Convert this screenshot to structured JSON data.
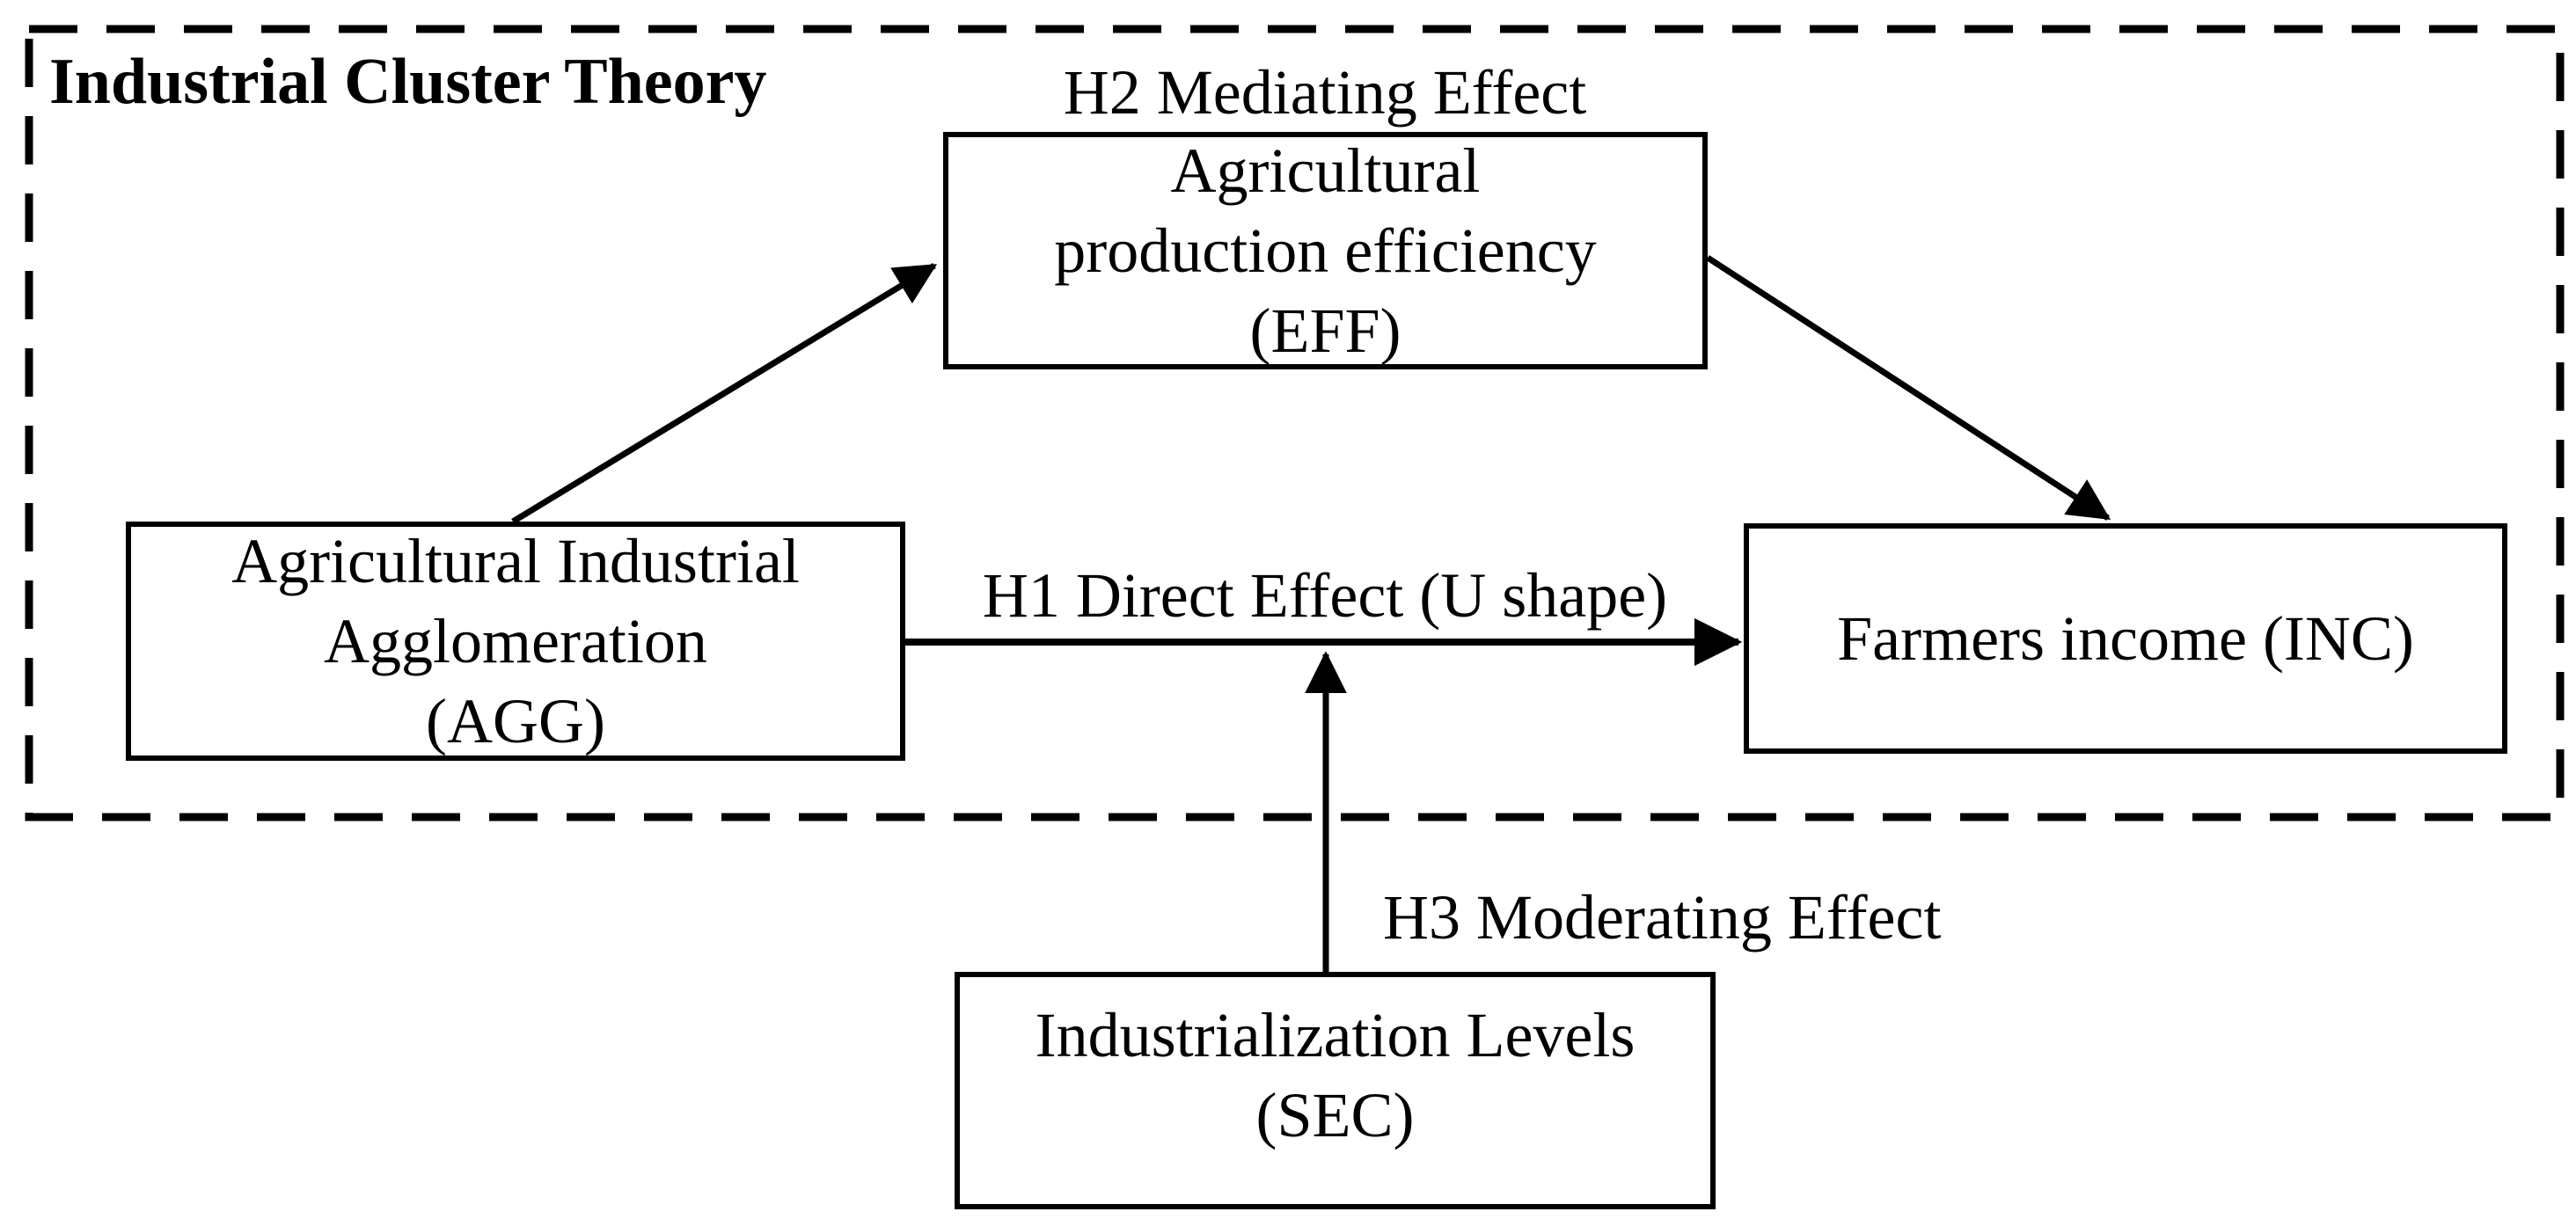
{
  "canvas": {
    "background": "#ffffff",
    "ink": "#000000"
  },
  "frame": {
    "label": "Industrial Cluster Theory",
    "border_style": "dashed"
  },
  "labels": {
    "h2": "H2 Mediating Effect",
    "h1": "H1 Direct Effect (U shape)",
    "h3": "H3 Moderating Effect"
  },
  "nodes": {
    "eff": {
      "text": "Agricultural\nproduction efficiency\n(EFF)",
      "abbr": "EFF"
    },
    "agg": {
      "text": "Agricultural Industrial\nAgglomeration\n(AGG)",
      "abbr": "AGG"
    },
    "inc": {
      "text": "Farmers income (INC)",
      "abbr": "INC"
    },
    "sec": {
      "text": "Industrialization Levels\n(SEC)",
      "abbr": "SEC"
    }
  },
  "edges": [
    {
      "id": "agg-to-eff",
      "from": "AGG",
      "to": "EFF",
      "label": ""
    },
    {
      "id": "eff-to-inc",
      "from": "EFF",
      "to": "INC",
      "label": ""
    },
    {
      "id": "agg-to-inc",
      "from": "AGG",
      "to": "INC",
      "label": "H1 Direct Effect (U shape)"
    },
    {
      "id": "sec-to-h1-path",
      "from": "SEC",
      "to": "AGG-INC arrow",
      "label": "H3 Moderating Effect"
    }
  ]
}
